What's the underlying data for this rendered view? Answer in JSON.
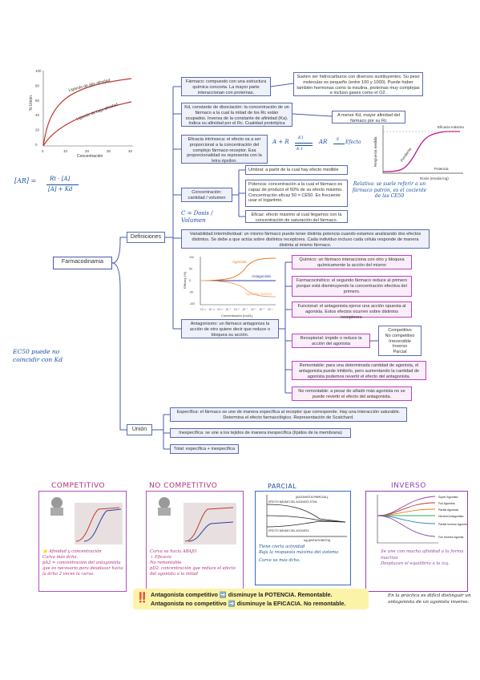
{
  "main": {
    "central": "Farmacodinamia",
    "definiciones": "Definiciones",
    "union": "Unión"
  },
  "curve_top": {
    "y_label": "% Unión",
    "x_label": "Concentración",
    "high": "Ligando de alta afinidad",
    "low": "Ligando de baja afinidad",
    "y_ticks": [
      "100",
      "80",
      "60",
      "40",
      "20",
      "0"
    ],
    "x_ticks": [
      "0",
      "10",
      "20",
      "30",
      "40"
    ]
  },
  "boxes": {
    "farmaco": "Fármaco: compuesto con una estructura química concreta. La mayor parte interaccionan con proteínas.",
    "farmaco_detail": "Suelen ser hidrocarburos con diversos sustituyentes. Su peso molecular es pequeño (entre 100 y 1000). Puede haber también hormonas como la insulina, proteínas muy complejas e incluso gases como el O2.",
    "kd": "Kd, constante de disociación: la concentración de un fármaco a la cual la mitad de los Rc están ocupados. Inversa de la constante de afinidad (Ka). Indica su afinidad por el Rc. Cualidad prototípica",
    "kd_result": "A menor Kd, mayor afinidad del fármaco por su Rc",
    "eficacia": "Eficacia intrínseca: el efecto va a ser proporcional a la concentración del complejo fármaco-receptor. Esa proporcionalidad es representa con la letra épsilon.",
    "concentracion": "Concentración: cantidad / volumen",
    "umbral": "Umbral: a partir de la cual hay efecto medible",
    "potencia": "Potencia: concentración a la cual el fármaco es capaz de producir el 50% de su efecto máximo. Concentración eficaz 50 = CE50. Es frecuente usar el logaritmo.",
    "eficaz": "Eficaz: efecto máximo al cual llegamos con la concentración de saturación del fármaco.",
    "variabilidad": "Variabilidad interindividual: un mismo fármaco puede tener distinta potencia cuando estamos analizando dos efectos distintos. Se debe a que actúa sobre distintos receptores. Cada individuo incluso cada célula responde de manera distinta al mismo fármaco.",
    "antagonismo": "Antagonismo: un fármaco antagoniza la acción de otro quiere decir que reduce o bloquea su acción.",
    "quimico": "Químico: un fármaco interacciona con otro y bloquea químicamente la acción del mismo",
    "farmacocinetico": "Farmacocinético: el segundo fármaco reduce al primero porque está disminuyendo la concentración efectiva del primero.",
    "funcional": "Funcional: el antagonista ejerce una acción opuesta al agonista. Estos efectos ocurren sobre distintos receptores.",
    "receptorial": "Receptorial: impide o reduce la acción del agonista",
    "remontable": "Remontable: para una determinada cantidad de agonista, el antagonista puede inhibirlo, pero aumentando la cantidad de agonista podemos revertir el efecto del antagonista.",
    "no_remontable": "No remontable: a pesar de añadir más agonista no se puede revertir el efecto del antagonista.",
    "especifica": "Específica: el fármaco se une de manera específica al receptor que corresponde. Hay una interacción saturable. Determina el efecto farmacológico. Representación de Scatchard.",
    "inespecifica": "Inespecífica: se une a los tejidos de manera inespecífica (lípidos de la membrana)",
    "total": "Total: específica + inespecífica"
  },
  "receptorial_types": [
    "Competitivo",
    "No competitivo",
    "Irreversible",
    "Inverso",
    "Parcial"
  ],
  "handwritten": {
    "formula_left": "[AR] =",
    "formula_num": "Rt · [A]",
    "formula_den": "[A] + Kd",
    "reaction_a": "A + R",
    "reaction_k1": "K1",
    "reaction_km1": "K-1",
    "reaction_ar": "AR",
    "reaction_eps": "ε",
    "reaction_efecto": "Efecto",
    "c_note": "C = Dosis / Volumen",
    "ec50_note": "EC50 puede no coincidir con Kd",
    "relativa": "Relativa: se suele referir a un fármaco patrón, es el cociente de las CE50"
  },
  "dose_chart": {
    "ylabel": "Respuesta medida",
    "xlabel": "Dosis (escala log)",
    "eficacia": "Eficacia máxima",
    "potencia": "Potencia",
    "pendiente": "Pendiente"
  },
  "effect_chart": {
    "ylabel": "Efficacy (%)",
    "xlabel": "Concentración (mol/L)",
    "agonista": "Agonista",
    "antagonista": "Antagonista",
    "agonista_inverso": "Agonista inverso",
    "y_ticks": [
      "100",
      "50",
      "0",
      "-50",
      "-100"
    ],
    "x_ticks": [
      "10⁻¹²",
      "10⁻¹¹",
      "10⁻¹⁰",
      "10⁻⁹",
      "10⁻⁸",
      "10⁻⁷",
      "10⁻⁶",
      "10⁻⁵",
      "10⁻⁴"
    ]
  },
  "bottom": {
    "competitivo_title": "COMPETITIVO",
    "competitivo_notes": [
      "⭐ Afinidad y concentración",
      "Curva más dcha.",
      "pA2 = concentración del antagonista que es necesario para desplazar hacia la dcha 2 veces la curva."
    ],
    "no_competitivo_title": "NO COMPETITIVO",
    "no_competitivo_notes": [
      "Curva va hacia ABAJO",
      "↓ Eficacia",
      "No remontable",
      "pD2: concentración que reduce el efecto del agonista a la mitad"
    ],
    "parcial_title": "PARCIAL",
    "parcial_chart_title": "[AGONISTA PARCIAL]",
    "parcial_labels": [
      "EFECTO MÁXIMO DEL AGONISTA TOTAL",
      "EFECTO MÁXIMO DEL AGONISTA",
      "log [ANTAGONISTA]"
    ],
    "parcial_notes": [
      "Tiene cierta actividad",
      "Baja la respuesta máxima del sistema",
      "Curva va más dcha."
    ],
    "inverso_title": "INVERSO",
    "inverso_legend": [
      "Super Agonista",
      "Full Agonista",
      "Partial Agonista",
      "Neutral Antagonista",
      "Partial Inverse Agonist",
      "Full Inverse Agonist"
    ],
    "inverso_notes": [
      "Se une con mucha afinidad a la forma inactiva",
      "Desplazan el equilibrio a la izq."
    ],
    "practica_note": "En la práctica es difícil distinguir un antagonista de un agonista inverso.",
    "summary_line1": "Antagonista competitivo ➡️ disminuye la POTENCIA. Remontable.",
    "summary_line2": "Antagonista no competitivo ➡️ disminuye la EFICACIA. No remontable.",
    "alert_icon": "‼️"
  }
}
